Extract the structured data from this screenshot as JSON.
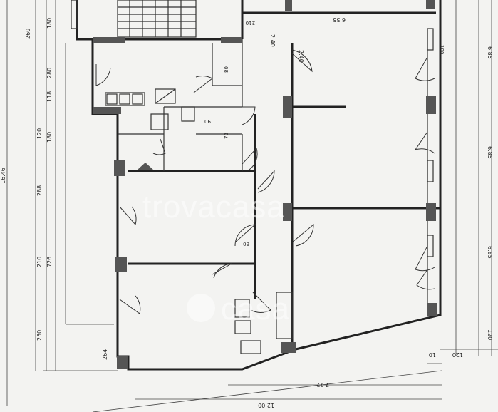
{
  "watermark": {
    "brand": "trovacasa",
    "secondary": "casa"
  },
  "dimensions": {
    "left_chain": [
      "260",
      "180",
      "280",
      "118",
      "120",
      "180",
      "288",
      "210",
      "726",
      "250",
      "264"
    ],
    "overall_left": "16.46",
    "right_chain": [
      "6.85",
      "6.85",
      "6.85",
      "120"
    ],
    "bottom": [
      "7.72",
      "12.00",
      "10",
      "120"
    ],
    "top": [
      "6.55",
      "2.40",
      "2.40"
    ]
  },
  "door_labels": [
    "210",
    "80",
    "70",
    "90",
    "60",
    "100"
  ]
}
